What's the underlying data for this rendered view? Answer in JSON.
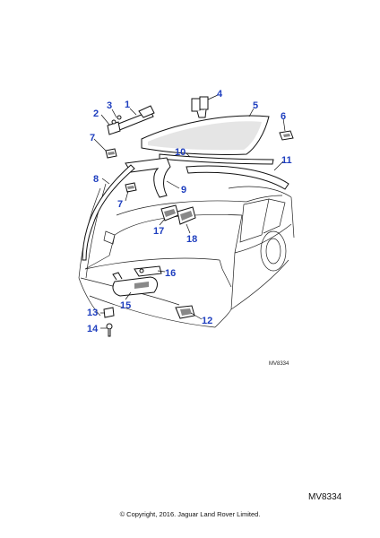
{
  "diagram": {
    "callouts": [
      {
        "id": "callout-1",
        "text": "1"
      },
      {
        "id": "callout-2",
        "text": "2"
      },
      {
        "id": "callout-3",
        "text": "3"
      },
      {
        "id": "callout-4",
        "text": "4"
      },
      {
        "id": "callout-5",
        "text": "5"
      },
      {
        "id": "callout-6",
        "text": "6"
      },
      {
        "id": "callout-7a",
        "text": "7"
      },
      {
        "id": "callout-7b",
        "text": "7"
      },
      {
        "id": "callout-8",
        "text": "8"
      },
      {
        "id": "callout-9",
        "text": "9"
      },
      {
        "id": "callout-10",
        "text": "10"
      },
      {
        "id": "callout-11",
        "text": "11"
      },
      {
        "id": "callout-12",
        "text": "12"
      },
      {
        "id": "callout-13",
        "text": "13"
      },
      {
        "id": "callout-14",
        "text": "14"
      },
      {
        "id": "callout-15",
        "text": "15"
      },
      {
        "id": "callout-16",
        "text": "16"
      },
      {
        "id": "callout-17",
        "text": "17"
      },
      {
        "id": "callout-18",
        "text": "18"
      }
    ],
    "ref_small": "MV8334"
  },
  "footer": {
    "ref": "MV8334",
    "copyright": "© Copyright, 2016. Jaguar Land Rover Limited."
  }
}
